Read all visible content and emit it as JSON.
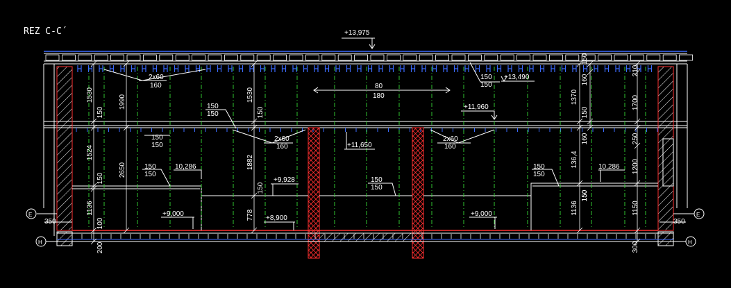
{
  "title": "REZ C-C´",
  "levels": {
    "top": "+13,975",
    "roof_inner": "+13,490",
    "mid_right": "+11,960",
    "mid_center": "+11,650",
    "mezz_left": "10,286",
    "mezz_right": "10,286",
    "center_ledge": "+9,928",
    "floor_left": "+9,000",
    "floor_right": "+9,000",
    "floor_center": "+8,900"
  },
  "beams": {
    "upper": "2x60",
    "lower_left": "2x60",
    "lower_right": "2x60",
    "spacing": "160",
    "spacing2": "160",
    "spacing3": "160"
  },
  "notes": {
    "a1": "150",
    "a2": "150",
    "b1": "150",
    "b2": "150",
    "c1": "150",
    "c2": "150",
    "d1": "150",
    "d2": "150",
    "e1": "150",
    "e2": "150",
    "f1": "150",
    "f2": "150",
    "g1": "80",
    "g2": "180"
  },
  "dims_left": [
    "1530",
    "150",
    "1524",
    "150",
    "1136",
    "100",
    "200",
    "350",
    "1990",
    "2650"
  ],
  "dims_center": [
    "1530",
    "150",
    "1882",
    "150",
    "778"
  ],
  "dims_right": [
    "150",
    "1370",
    "150",
    "136,4",
    "150",
    "1136",
    "160",
    "160",
    "150",
    "210",
    "1700",
    "250",
    "1200",
    "1150",
    "300",
    "350"
  ],
  "axes": {
    "left_mid": "E",
    "left_bottom": "H",
    "right_mid": "E",
    "right_bottom": "H"
  }
}
